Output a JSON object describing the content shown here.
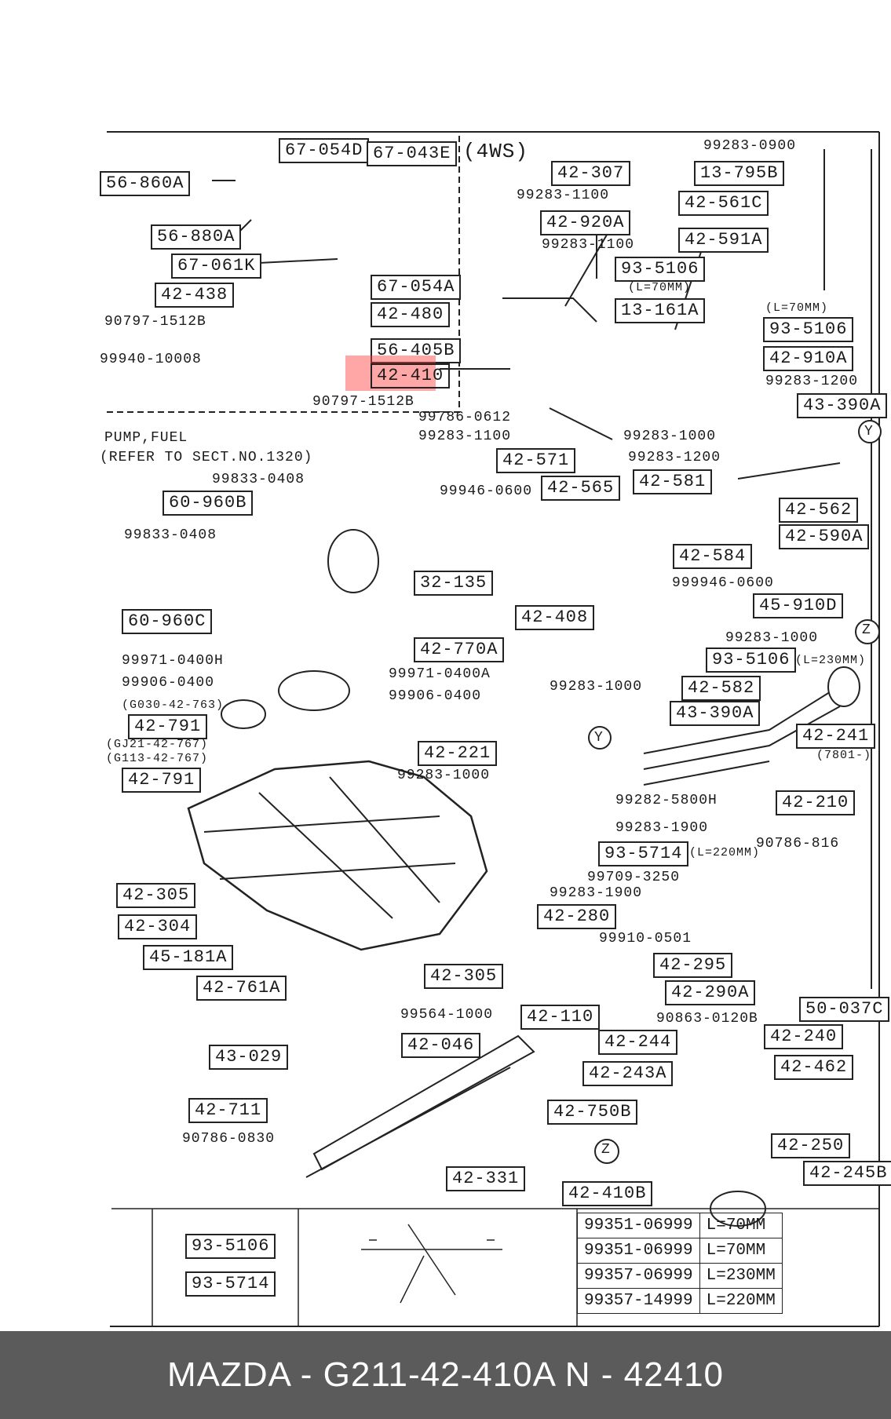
{
  "header": {
    "variant_label": "(4WS)"
  },
  "parts_boxed": [
    "67-054D",
    "67-043E",
    "56-860A",
    "56-880A",
    "67-061K",
    "67-054A",
    "42-438",
    "42-480",
    "56-405B",
    "42-410",
    "42-307",
    "42-920A",
    "13-795B",
    "42-561C",
    "42-591A",
    "93-5106",
    "13-161A",
    "93-5106",
    "42-910A",
    "43-390A",
    "42-571",
    "42-565",
    "42-581",
    "42-562",
    "60-960B",
    "42-590A",
    "42-584",
    "32-135",
    "42-408",
    "42-770A",
    "45-910D",
    "60-960C",
    "93-5106",
    "42-582",
    "43-390A",
    "42-791",
    "42-791",
    "42-221",
    "42-241",
    "42-210",
    "93-5714",
    "42-305",
    "42-304",
    "42-280",
    "42-295",
    "45-181A",
    "42-305",
    "42-290A",
    "42-761A",
    "42-110",
    "50-037C",
    "42-046",
    "42-244",
    "42-240",
    "43-029",
    "42-243A",
    "42-462",
    "42-711",
    "42-750B",
    "42-250",
    "42-331",
    "42-410B",
    "42-245B"
  ],
  "parts_plain": [
    "99283-0900",
    "99283-1100",
    "99283-1100",
    "90797-1512B",
    "99940-10008",
    "90797-1512B",
    "99786-0612",
    "99283-1100",
    "99283-1200",
    "99283-1000",
    "99283-1200",
    "99946-0600",
    "99833-0408",
    "99833-0408",
    "999946-0600",
    "99283-1000",
    "99971-0400H",
    "99906-0400",
    "99971-0400A",
    "99906-0400",
    "99283-1000",
    "99282-5800H",
    "99283-1000",
    "99283-1900",
    "99709-3250",
    "99283-1900",
    "90786-816",
    "99910-0501",
    "90863-0120B",
    "99564-1000",
    "90786-0830",
    "99283-1000"
  ],
  "notes": {
    "pump_fuel_1": "PUMP,FUEL",
    "pump_fuel_2": "(REFER TO SECT.NO.1320)",
    "l70": "(L=70MM)",
    "l70b": "(L=70MM)",
    "l230": "(L=230MM)",
    "l220": "(L=220MM)",
    "g030": "(G030-42-763)",
    "gj21": "(GJ21-42-767)",
    "g113": "(G113-42-767)",
    "d7801": "(7801-)",
    "z": "Z",
    "y": "Y"
  },
  "hose_table": {
    "left_parts": [
      "93-5106",
      "93-5714"
    ],
    "rows": [
      {
        "part": "99351-06999",
        "length": "L=70MM"
      },
      {
        "part": "99351-06999",
        "length": "L=70MM"
      },
      {
        "part": "99357-06999",
        "length": "L=230MM"
      },
      {
        "part": "99357-14999",
        "length": "L=220MM"
      }
    ]
  },
  "footer": {
    "text": "MAZDA - G211-42-410A      N - 42410"
  }
}
